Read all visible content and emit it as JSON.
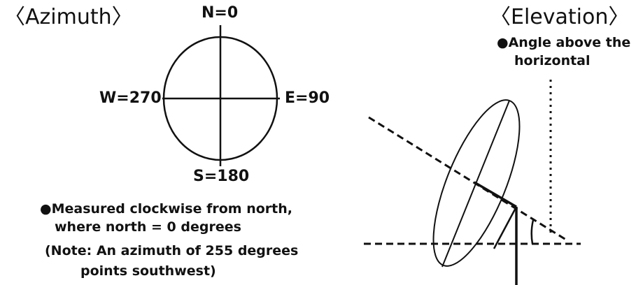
{
  "azimuth": {
    "title": "〈Azimuth〉",
    "north": "N=0",
    "east": "E=90",
    "south": "S=180",
    "west": "W=270",
    "bullet_line1": "Measured clockwise from north,",
    "bullet_line2": "where north = 0 degrees",
    "note_line1": "(Note: An azimuth of 255 degrees",
    "note_line2": "points southwest)"
  },
  "elevation": {
    "title": "〈Elevation〉",
    "bullet_line1": "Angle above the",
    "bullet_line2": "horizontal"
  },
  "bullet_symbol": "●"
}
